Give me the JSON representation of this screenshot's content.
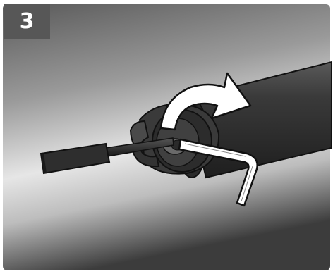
{
  "step": {
    "number": "3"
  },
  "illustration": {
    "subject": "hex-key-tightening-clamp-screw",
    "rotation_direction": "clockwise",
    "colors": {
      "background_light": "#f2f2f2",
      "background_dark": "#3a3a3a",
      "tube": "#2b2b2b",
      "clamp": "#333333",
      "hex_key": "#ffffff",
      "arrow": "#ffffff",
      "outline": "#111111",
      "badge": "#575757"
    }
  }
}
